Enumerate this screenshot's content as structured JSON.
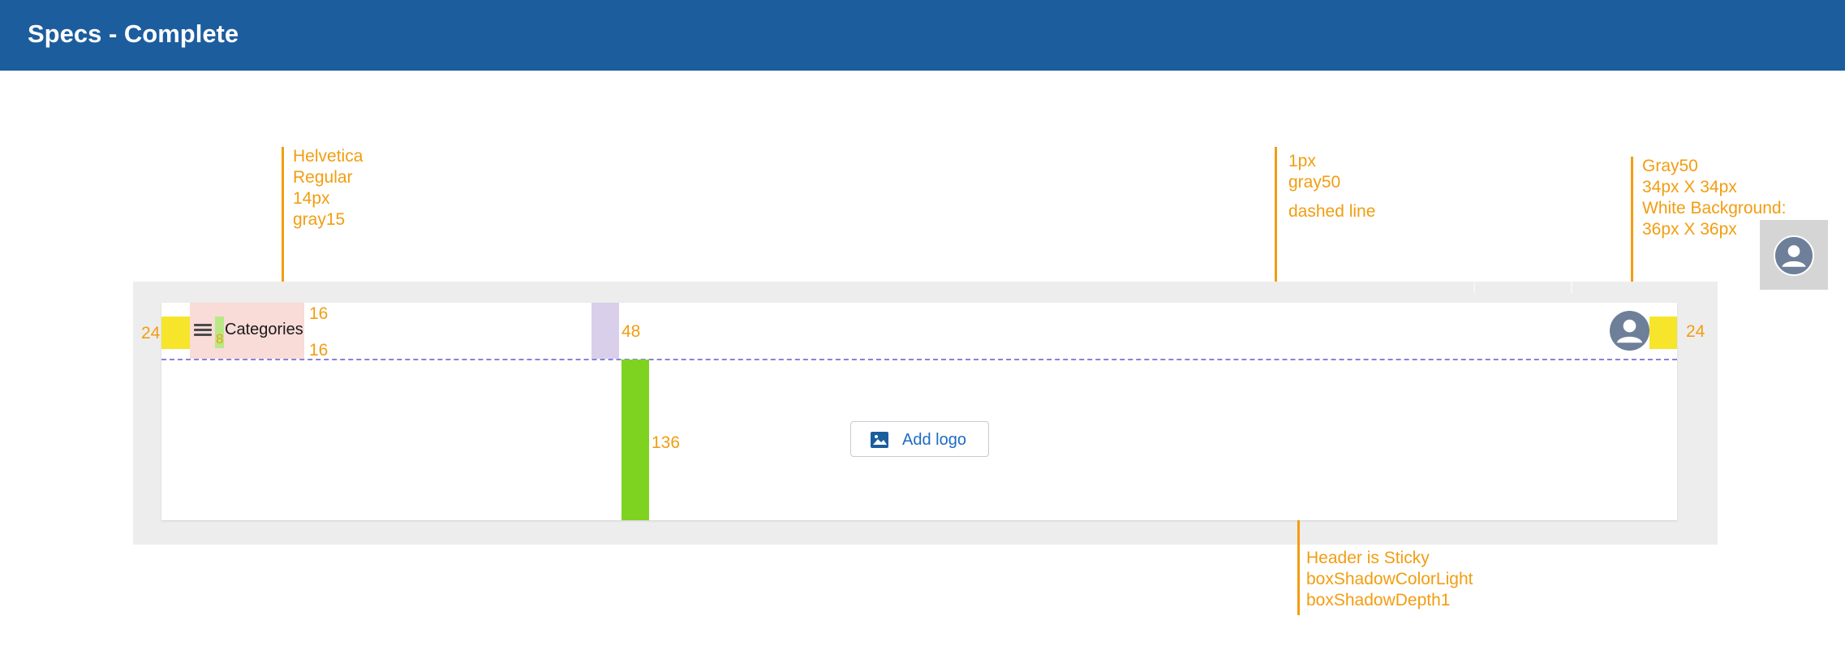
{
  "header": {
    "title": "Specs - Complete"
  },
  "ui": {
    "categories_label": "Categories",
    "add_logo_label": "Add logo"
  },
  "annotations": {
    "font": {
      "lines": [
        "Helvetica",
        "Regular",
        "14px",
        "gray15"
      ]
    },
    "line": {
      "lines": [
        "1px",
        "gray50"
      ],
      "extra": "dashed line"
    },
    "avatar": {
      "lines": [
        "Gray50",
        "34px X 34px",
        "White Background:",
        "36px X 36px"
      ]
    },
    "sticky": {
      "lines": [
        "Header is Sticky",
        "boxShadowColorLight",
        "boxShadowDepth1"
      ]
    }
  },
  "measures": {
    "left_padding": "24",
    "right_padding": "24",
    "top_padding": "16",
    "bottom_padding": "16",
    "icon_gap": "8",
    "header_height": "48",
    "content_height": "136"
  },
  "icons": [
    "menu-icon",
    "avatar-icon",
    "image-icon"
  ],
  "colors": {
    "brand_blue": "#1c5d9e",
    "annotation_orange": "#f29d10",
    "spacing_yellow": "#f7e52b",
    "spacing_green": "#7ed321",
    "spacing_pink": "#f9dbd8",
    "spacing_lavender": "#d9cfea",
    "dashed_line": "#8a82d6",
    "avatar_gray": "#6d7f99",
    "link_blue": "#1c6bc4"
  }
}
